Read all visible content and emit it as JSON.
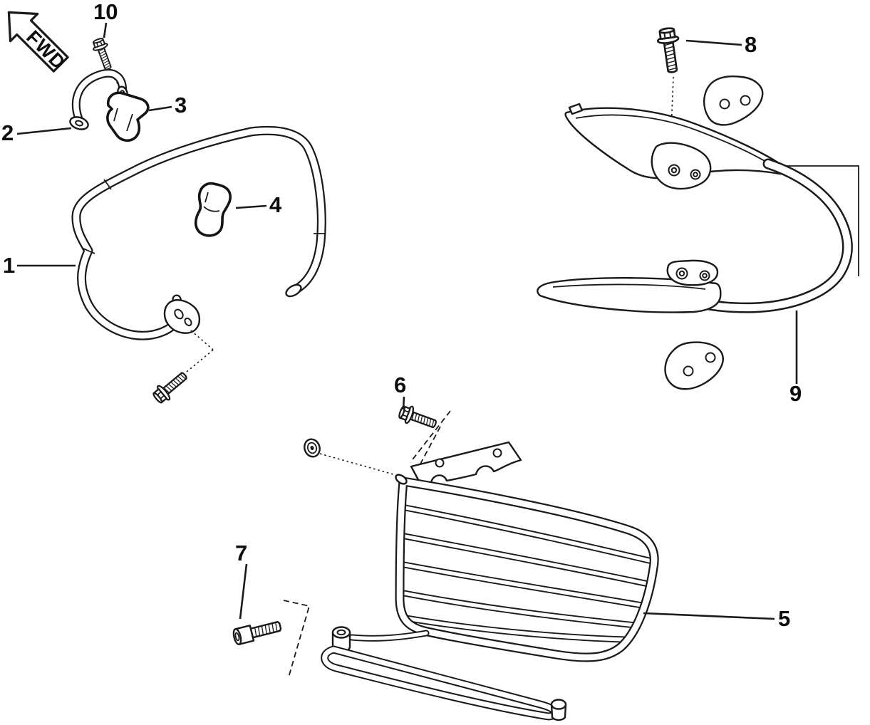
{
  "diagram": {
    "direction_label": "FWD",
    "callouts": [
      {
        "label": "1"
      },
      {
        "label": "2"
      },
      {
        "label": "3"
      },
      {
        "label": "4"
      },
      {
        "label": "5"
      },
      {
        "label": "6"
      },
      {
        "label": "7"
      },
      {
        "label": "8"
      },
      {
        "label": "9"
      },
      {
        "label": "10"
      }
    ],
    "colors": {
      "line": "#1a1a1a",
      "background": "#ffffff",
      "pad_fill": "#b5b5b5"
    }
  }
}
